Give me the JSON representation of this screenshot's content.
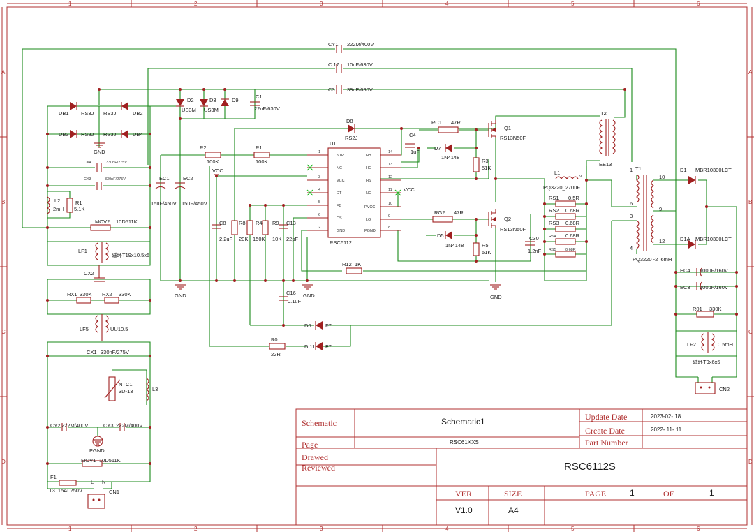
{
  "grid": {
    "cols": [
      "1",
      "2",
      "3",
      "4",
      "5",
      "6"
    ],
    "rows": [
      "A",
      "B",
      "C",
      "D"
    ]
  },
  "labels": {
    "cy1": "CY1",
    "cy1_v": "222M/400V",
    "c17": "C 17",
    "c17_v": "10nF/630V",
    "c3": "C3",
    "c3_v": "39nF/630V",
    "db1": "DB1",
    "db2": "DB2",
    "db3": "DB3",
    "db4": "DB4",
    "rs3j_1": "RS3J",
    "rs3j_2": "RS3J",
    "rs3j_3": "RS3J",
    "rs3j_4": "RS3J",
    "gnd_br": "GND",
    "cx4": "CX4",
    "cx4_v": "330nF/275V",
    "cx3": "CX3",
    "cx3_v": "330nF/275V",
    "l2": "L2",
    "l2_v": "2mH",
    "r1": "R1",
    "r1_v": "5.1K",
    "mov2": "MOV2",
    "mov2_v": "10D511K",
    "lf1": "LF1",
    "lf1_v": "磁环T19x10.5x5",
    "cx2": "CX2",
    "rx1": "RX1",
    "rx1_v": "330K",
    "rx2": "RX2",
    "rx2_v": "330K",
    "lf5": "LF5",
    "lf5_v": "UU10.5",
    "cx1": "CX1",
    "cx1_v": "330nF/275V",
    "ntc1": "NTC1",
    "ntc1_v": "3D-13",
    "l3": "L3",
    "cy2": "CY2",
    "cy2_v": "222M/400V",
    "cy3": "CY3",
    "cy3_v": "222M/400V",
    "pgnd": "PGND",
    "mov1": "MOV1",
    "mov1_v": "10D511K",
    "f1": "F1",
    "f1_v": "T3. 15AL250V",
    "cn1": "CN1",
    "cn1_l": "L",
    "cn1_n": "N",
    "d2": "D2",
    "d2_v": "US3M",
    "d3": "D3",
    "d3_v": "US3M",
    "d9": "D9",
    "c1": "C1",
    "c1_v": "22nF/630V",
    "ec1": "EC1",
    "ec1_v": "15uF/450V",
    "ec2": "EC2",
    "ec2_v": "15uF/450V",
    "gnd_ec": "GND",
    "r2": "R2",
    "r2_v": "100K",
    "r1b": "R1",
    "r1b_v": "100K",
    "u1": "U1",
    "u1_part": "RSC6112",
    "pins_left": [
      "STR",
      "NC",
      "VCC",
      "DT",
      "FB",
      "CS",
      "GND"
    ],
    "pins_right": [
      "HB",
      "HO",
      "HS",
      "NC",
      "PVCC",
      "LO",
      "PGND"
    ],
    "pin_nums_left": [
      "1",
      "",
      "3",
      "4",
      "5",
      "6",
      "2"
    ],
    "pin_nums_right": [
      "14",
      "13",
      "12",
      "11",
      "10",
      "9",
      "8"
    ],
    "d8": "D8",
    "d8_v": "RS2J",
    "c4": "C4",
    "c4_v": "1uF",
    "rc1": "RC1",
    "rc1_v": "47R",
    "q1": "Q1",
    "q1_v": "RS13N50F",
    "d7": "D7",
    "d7_v": "1N4148",
    "r3": "R3",
    "r3_v": "51K",
    "vcc1": "VCC",
    "vcc2": "VCC",
    "c8": "C8",
    "c8_v": "2.2uF",
    "r8": "R8",
    "r8_v": "20K",
    "r4": "R4",
    "r4_v": "150K",
    "r9": "R9",
    "r9_v": "10K",
    "c13": "C13",
    "c13_v": "22pF",
    "rg2": "RG2",
    "rg2_v": "47R",
    "q2": "Q2",
    "q2_v": "RS13N50F",
    "d5": "D5",
    "d5_v": "1N4148",
    "r5": "R5",
    "r5_v": "51K",
    "c30": "C30",
    "c30_v": "1.2nF",
    "r12": "R12",
    "r12_v": "1K",
    "gnd_u": "GND",
    "gnd_q": "GND",
    "c16": "C16",
    "c16_v": "0.1uF",
    "d6": "D6",
    "d6_v": "F7",
    "d11": "D 11",
    "d11_v": "F7",
    "r0": "R0",
    "r0_v": "22R",
    "t2": "T2",
    "t2_v": "EE13",
    "l1": "L1",
    "l1_v": "PQ3220_270uF",
    "l1_p11": "11",
    "l1_p9": "9",
    "rs1": "RS1",
    "rs1_v": "0.5R",
    "rs2": "RS2",
    "rs2_v": "0.68R",
    "rs3": "RS3",
    "rs3_v": "0.68R",
    "rs4": "RS4",
    "rs4_v": "0.68R",
    "rs5": "RS5",
    "rs5_v": "0.68R",
    "t1": "T1",
    "t1_v": "PQ3220 -2 .6mH",
    "t1_p1": "1",
    "t1_p6": "6",
    "t1_p3": "3",
    "t1_p4": "4",
    "t1_p10": "10",
    "t1_p9": "9",
    "t1_p12": "12",
    "d1": "D1",
    "d1_v": "MBR10300LCT",
    "d1a": "D1A",
    "d1a_v": "MBR10300LCT",
    "ec4": "EC4",
    "ec4_v": "100uF/160V",
    "ec3": "EC3",
    "ec3_v": "100uF/160V",
    "r01": "R01",
    "r01_v": "330K",
    "lf2": "LF2",
    "lf2_v": "0.5mH",
    "lf2_core": "磁环T9x6x5",
    "cn2": "CN2"
  },
  "title_block": {
    "schematic_label": "Schematic",
    "schematic_name": "Schematic1",
    "page_label": "Page",
    "page_name": "RSC61XXS",
    "drawed_label": "Drawed",
    "reviewed_label": "Reviewed",
    "update_label": "Update Date",
    "update_value": "2023-02- 18",
    "create_label": "Create Date",
    "create_value": "2022- 11- 11",
    "part_label": "Part Number",
    "part_value": "RSC6112S",
    "ver_label": "VER",
    "ver_value": "V1.0",
    "size_label": "SIZE",
    "size_value": "A4",
    "page_no_label": "PAGE",
    "page_no_value": "1",
    "of_label": "OF",
    "of_value": "1"
  }
}
